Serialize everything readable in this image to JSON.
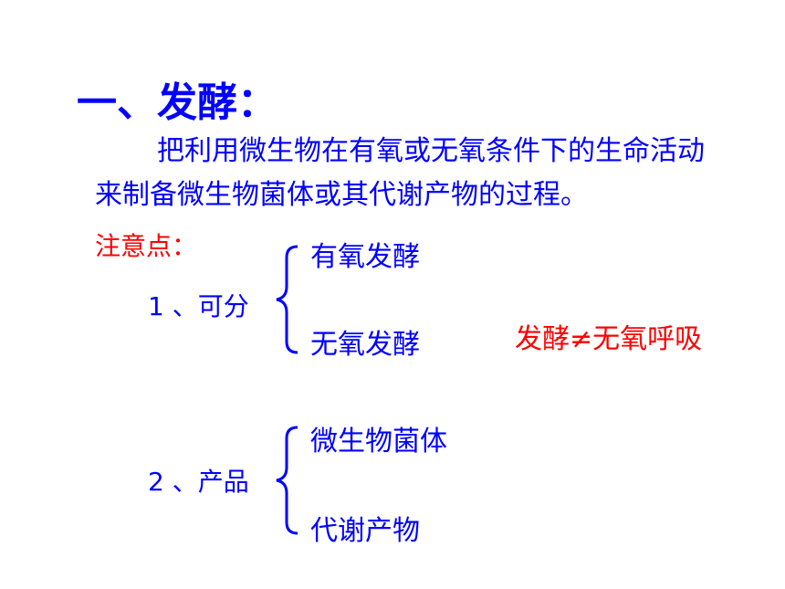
{
  "title": "一、发酵：",
  "definition": {
    "line1": "把利用微生物在有氧或无氧条件下的生命活动",
    "line2": "来制备微生物菌体或其代谢产物的过程。"
  },
  "note_label": "注意点：",
  "point1": {
    "label": "1 、可分",
    "items": [
      "有氧发酵",
      "无氧发酵"
    ]
  },
  "point2": {
    "label": "2 、产品",
    "items": [
      "微生物菌体",
      "代谢产物"
    ]
  },
  "remark": "发酵≠无氧呼吸",
  "colors": {
    "text": "#0000ff",
    "accent": "#ff0000"
  }
}
